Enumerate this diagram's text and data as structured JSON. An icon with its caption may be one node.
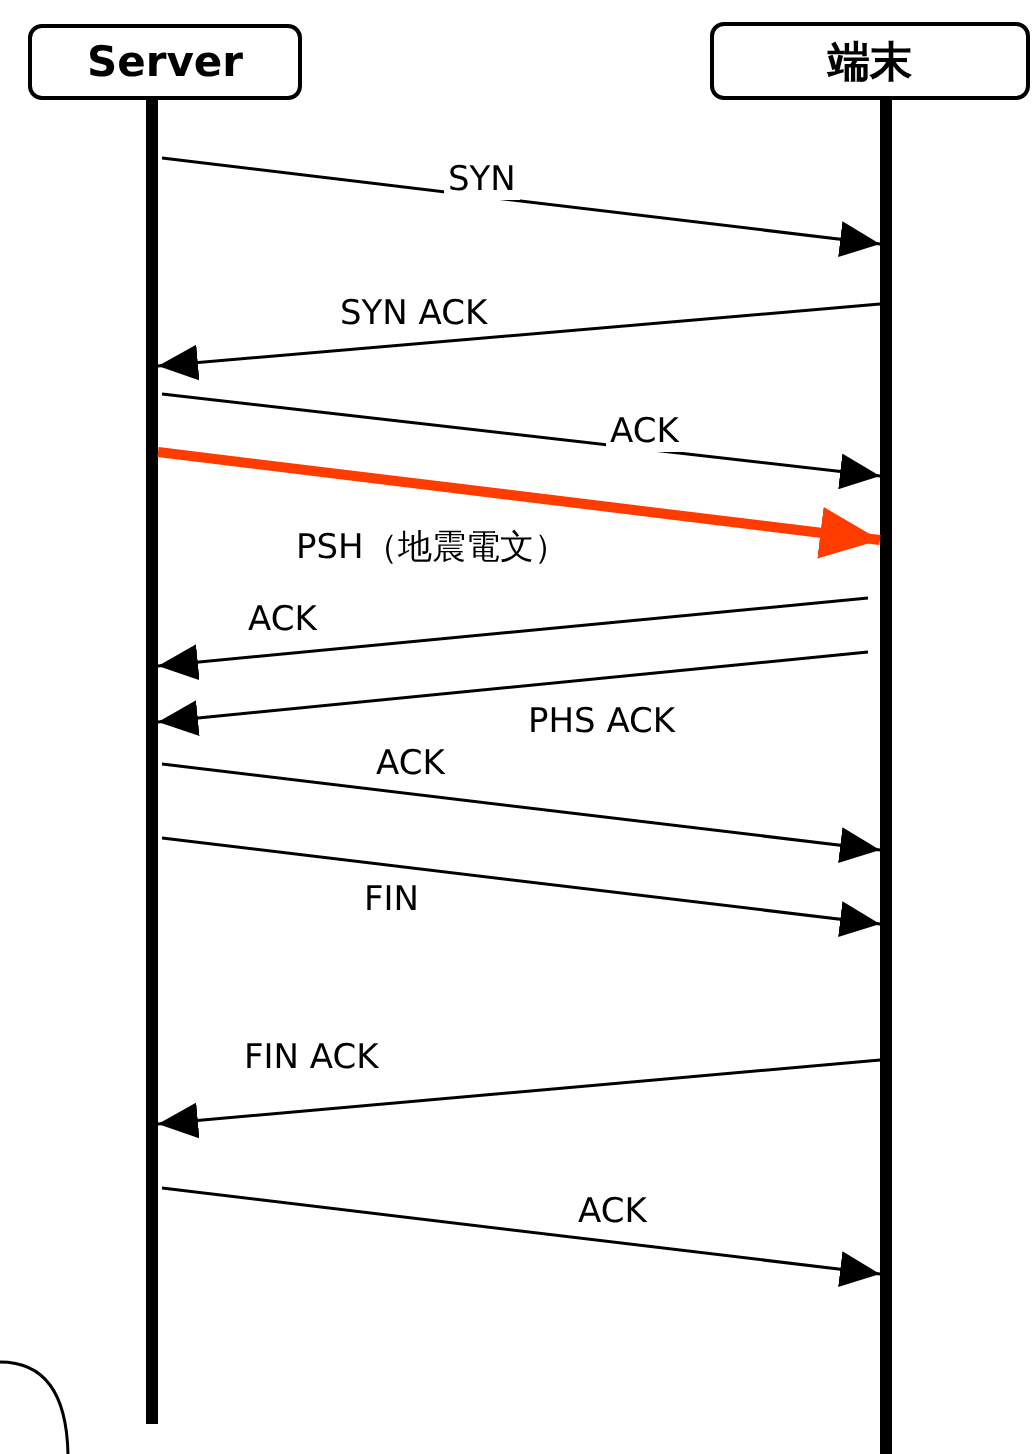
{
  "diagram": {
    "nodes": [
      {
        "text": [
          "Server"
        ]
      },
      {
        "text": [
          "端末"
        ]
      },
      {
        "text": [],
        "shape": "bar"
      },
      {
        "text": [],
        "shape": "bar"
      }
    ],
    "edges": [
      {
        "from": 2,
        "to": 3,
        "arrow": "to",
        "label": "SYN"
      },
      {
        "from": 3,
        "to": 2,
        "arrow": "to",
        "label": "SYN ACK"
      },
      {
        "from": 2,
        "to": 3,
        "arrow": "to",
        "label": "ACK"
      },
      {
        "from": 2,
        "to": 3,
        "arrow": "to",
        "label": "PSH（地震電文）",
        "style": "thick",
        "color": "#ff3c00"
      },
      {
        "from": 3,
        "to": 2,
        "arrow": "to",
        "label": "ACK"
      },
      {
        "from": 3,
        "to": 2,
        "arrow": "to",
        "label": "PHS ACK"
      },
      {
        "from": 2,
        "to": 3,
        "arrow": "to",
        "label": "ACK"
      },
      {
        "from": 2,
        "to": 3,
        "arrow": "to",
        "label": "FIN"
      },
      {
        "from": 3,
        "to": 2,
        "arrow": "to",
        "label": "FIN ACK"
      },
      {
        "from": 2,
        "to": 3,
        "arrow": "to",
        "label": "ACK"
      }
    ]
  }
}
